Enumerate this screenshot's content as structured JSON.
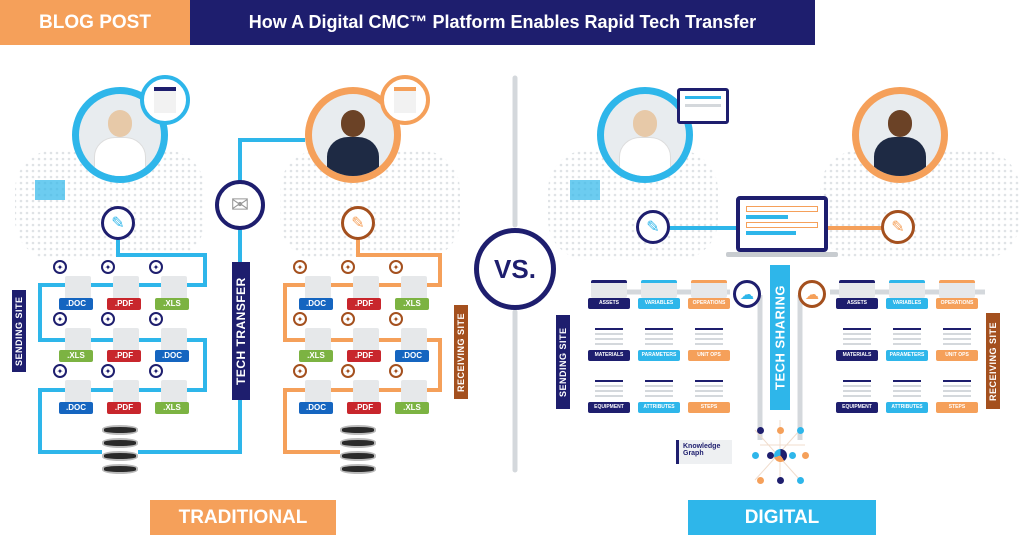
{
  "header": {
    "tag": "BLOG POST",
    "title": "How A Digital CMC™ Platform Enables Rapid Tech Transfer"
  },
  "traditional": {
    "files": [
      [
        ".DOC",
        ".PDF",
        ".XLS"
      ],
      [
        ".XLS",
        ".PDF",
        ".DOC"
      ],
      [
        ".DOC",
        ".PDF",
        ".XLS"
      ]
    ],
    "sending_label": "SENDING SITE",
    "receiving_label": "RECEIVING SITE",
    "transfer_label": "TECH TRANSFER",
    "button": "TRADITIONAL"
  },
  "vs": "VS.",
  "digital": {
    "grid": [
      [
        "ASSETS",
        "VARIABLES",
        "OPERATIONS"
      ],
      [
        "MATERIALS",
        "PARAMETERS",
        "UNIT OPS"
      ],
      [
        "EQUIPMENT",
        "ATTRIBUTES",
        "STEPS"
      ]
    ],
    "sending_label": "SENDING SITE",
    "receiving_label": "RECEIVING SITE",
    "sharing_label": "TECH SHARING",
    "knowledge_graph": "Knowledge Graph",
    "button": "DIGITAL"
  },
  "colors": {
    "navy": "#1e1e6e",
    "blue": "#2eb6ea",
    "orange": "#f5a05a",
    "brown": "#a4501e",
    "pdf": "#c8262c",
    "xls": "#7cb342",
    "doc": "#1565c0"
  }
}
